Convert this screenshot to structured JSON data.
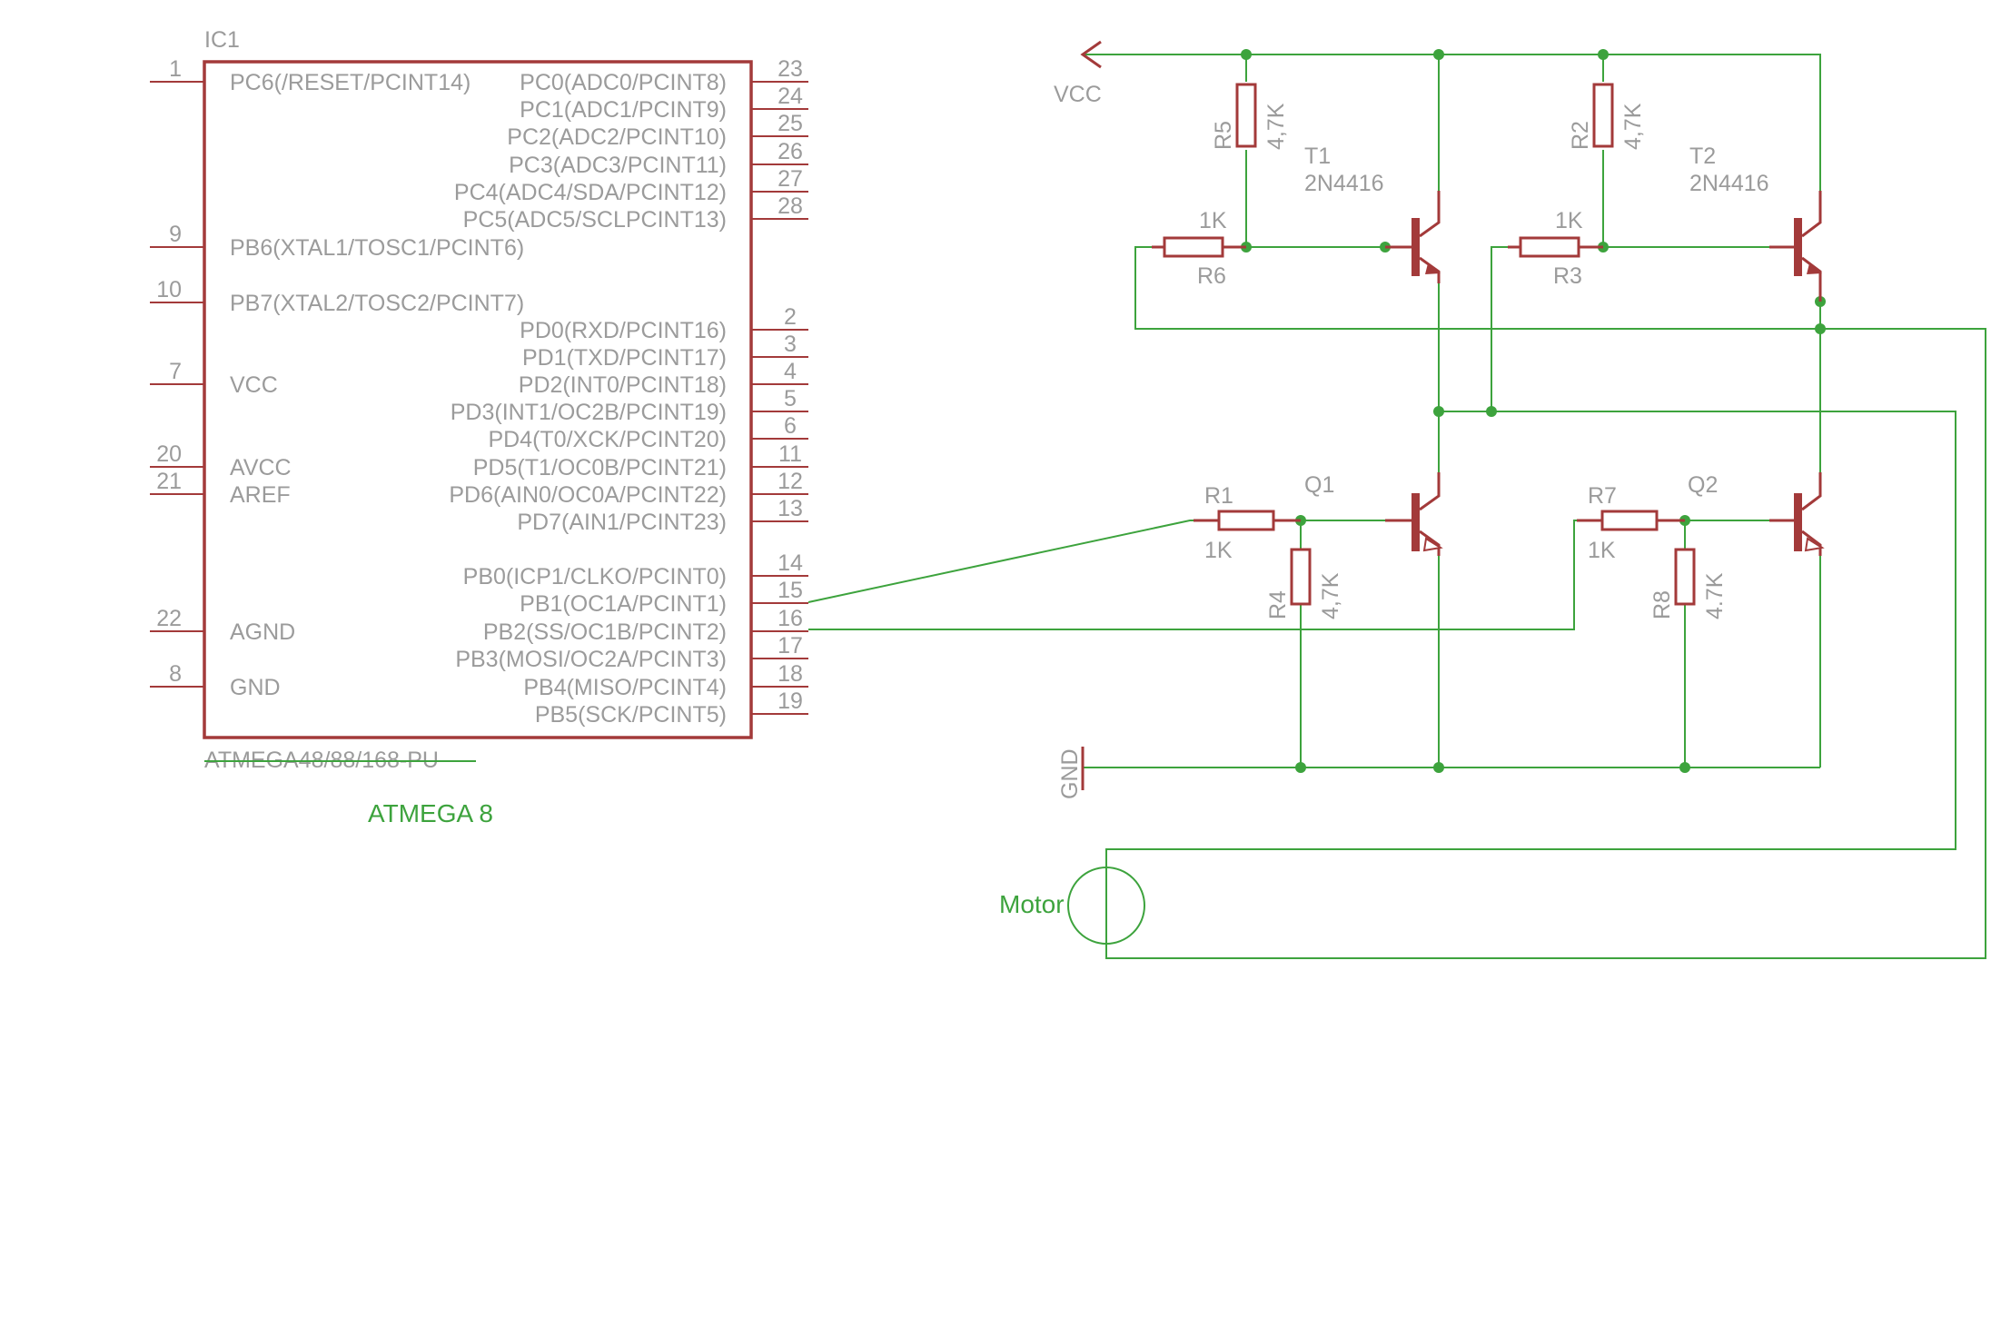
{
  "ic": {
    "name": "IC1",
    "part": "ATMEGA48/88/168-PU",
    "value": "ATMEGA 8",
    "left_pins": [
      {
        "num": "1",
        "label": "PC6(/RESET/PCINT14)"
      },
      {
        "num": "9",
        "label": "PB6(XTAL1/TOSC1/PCINT6)"
      },
      {
        "num": "10",
        "label": "PB7(XTAL2/TOSC2/PCINT7)"
      },
      {
        "num": "7",
        "label": "VCC"
      },
      {
        "num": "20",
        "label": "AVCC"
      },
      {
        "num": "21",
        "label": "AREF"
      },
      {
        "num": "22",
        "label": "AGND"
      },
      {
        "num": "8",
        "label": "GND"
      }
    ],
    "right_pins": [
      {
        "num": "23",
        "label": "PC0(ADC0/PCINT8)"
      },
      {
        "num": "24",
        "label": "PC1(ADC1/PCINT9)"
      },
      {
        "num": "25",
        "label": "PC2(ADC2/PCINT10)"
      },
      {
        "num": "26",
        "label": "PC3(ADC3/PCINT11)"
      },
      {
        "num": "27",
        "label": "PC4(ADC4/SDA/PCINT12)"
      },
      {
        "num": "28",
        "label": "PC5(ADC5/SCLPCINT13)"
      },
      {
        "num": "2",
        "label": "PD0(RXD/PCINT16)"
      },
      {
        "num": "3",
        "label": "PD1(TXD/PCINT17)"
      },
      {
        "num": "4",
        "label": "PD2(INT0/PCINT18)"
      },
      {
        "num": "5",
        "label": "PD3(INT1/OC2B/PCINT19)"
      },
      {
        "num": "6",
        "label": "PD4(T0/XCK/PCINT20)"
      },
      {
        "num": "11",
        "label": "PD5(T1/OC0B/PCINT21)"
      },
      {
        "num": "12",
        "label": "PD6(AIN0/OC0A/PCINT22)"
      },
      {
        "num": "13",
        "label": "PD7(AIN1/PCINT23)"
      },
      {
        "num": "14",
        "label": "PB0(ICP1/CLKO/PCINT0)"
      },
      {
        "num": "15",
        "label": "PB1(OC1A/PCINT1)"
      },
      {
        "num": "16",
        "label": "PB2(SS/OC1B/PCINT2)"
      },
      {
        "num": "17",
        "label": "PB3(MOSI/OC2A/PCINT3)"
      },
      {
        "num": "18",
        "label": "PB4(MISO/PCINT4)"
      },
      {
        "num": "19",
        "label": "PB5(SCK/PCINT5)"
      }
    ]
  },
  "supply": {
    "vcc": "VCC",
    "gnd": "GND"
  },
  "resistors": {
    "r5": {
      "name": "R5",
      "value": "4,7K"
    },
    "r2": {
      "name": "R2",
      "value": "4,7K"
    },
    "r6": {
      "name": "R6",
      "value": "1K"
    },
    "r3": {
      "name": "R3",
      "value": "1K"
    },
    "r1": {
      "name": "R1",
      "value": "1K"
    },
    "r7": {
      "name": "R7",
      "value": "1K"
    },
    "r4": {
      "name": "R4",
      "value": "4,7K"
    },
    "r8": {
      "name": "R8",
      "value": "4.7K"
    }
  },
  "transistors": {
    "t1": {
      "name": "T1",
      "value": "2N4416"
    },
    "t2": {
      "name": "T2",
      "value": "2N4416"
    },
    "q1": {
      "name": "Q1"
    },
    "q2": {
      "name": "Q2"
    }
  },
  "motor": {
    "label": "Motor"
  },
  "colors": {
    "component": "#a33a3a",
    "wire": "#3da33d",
    "text": "#9b9b9b"
  }
}
